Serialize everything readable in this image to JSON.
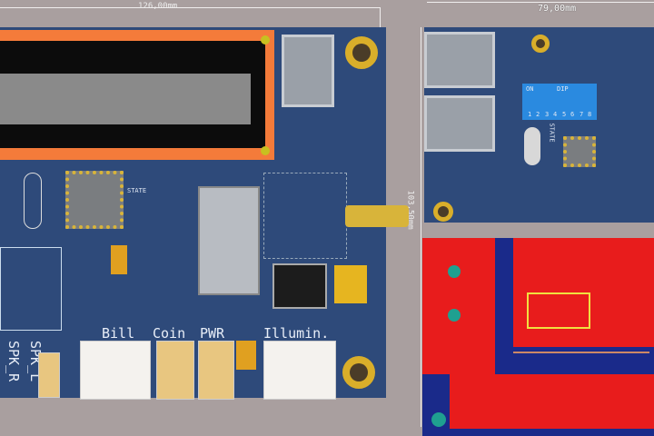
{
  "dimensions": {
    "width_left": "126,00mm",
    "width_right": "79,00mm",
    "height": "103,50mm"
  },
  "labels": {
    "bill": "Bill",
    "coin": "Coin",
    "pwr": "PWR",
    "illumin": "Illumin.",
    "spk_l": "SPK_L",
    "spk_r": "SPK_R",
    "state": "STATE",
    "state_right": "STATE"
  },
  "dip_switch": {
    "on_label": "ON",
    "dip_label": "DIP",
    "positions": [
      "1",
      "2",
      "3",
      "4",
      "5",
      "6",
      "7",
      "8"
    ]
  },
  "colors": {
    "board": "#2e4a7a",
    "lcd_frame": "#f47b3a",
    "copper_top": "#e81c1c",
    "background": "#a99f9f"
  }
}
